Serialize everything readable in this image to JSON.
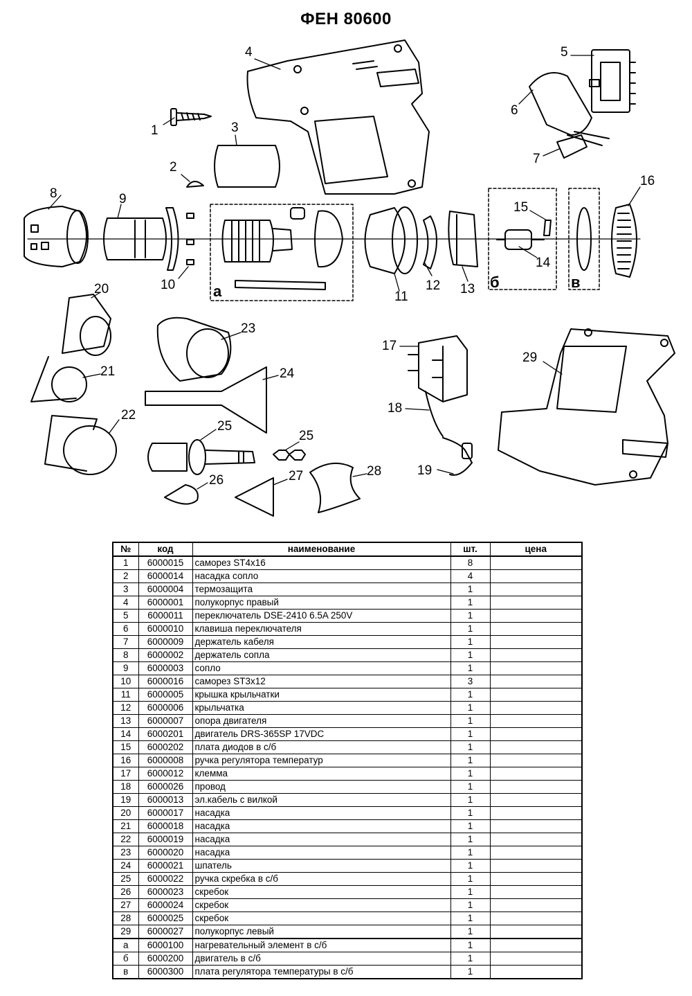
{
  "title": "ФЕН 80600",
  "callouts": [
    "1",
    "2",
    "3",
    "4",
    "5",
    "6",
    "7",
    "8",
    "9",
    "10",
    "11",
    "12",
    "13",
    "14",
    "15",
    "16",
    "17",
    "18",
    "19",
    "20",
    "21",
    "22",
    "23",
    "24",
    "25",
    "25",
    "26",
    "27",
    "28",
    "29"
  ],
  "groups": [
    "а",
    "б",
    "в"
  ],
  "table": {
    "headers": [
      "№",
      "код",
      "наименование",
      "шт.",
      "цена"
    ],
    "rows": [
      [
        "1",
        "6000015",
        "саморез ST4x16",
        "8",
        ""
      ],
      [
        "2",
        "6000014",
        "насадка сопло",
        "4",
        ""
      ],
      [
        "3",
        "6000004",
        "термозащита",
        "1",
        ""
      ],
      [
        "4",
        "6000001",
        "полукорпус правый",
        "1",
        ""
      ],
      [
        "5",
        "6000011",
        "переключатель DSE-2410 6.5A 250V",
        "1",
        ""
      ],
      [
        "6",
        "6000010",
        "клавиша переключателя",
        "1",
        ""
      ],
      [
        "7",
        "6000009",
        "держатель кабеля",
        "1",
        ""
      ],
      [
        "8",
        "6000002",
        "держатель сопла",
        "1",
        ""
      ],
      [
        "9",
        "6000003",
        "сопло",
        "1",
        ""
      ],
      [
        "10",
        "6000016",
        "саморез ST3x12",
        "3",
        ""
      ],
      [
        "11",
        "6000005",
        "крышка крыльчатки",
        "1",
        ""
      ],
      [
        "12",
        "6000006",
        "крыльчатка",
        "1",
        ""
      ],
      [
        "13",
        "6000007",
        "опора двигателя",
        "1",
        ""
      ],
      [
        "14",
        "6000201",
        "двигатель DRS-365SP 17VDC",
        "1",
        ""
      ],
      [
        "15",
        "6000202",
        "плата диодов в с/б",
        "1",
        ""
      ],
      [
        "16",
        "6000008",
        "ручка регулятора температур",
        "1",
        ""
      ],
      [
        "17",
        "6000012",
        "клемма",
        "1",
        ""
      ],
      [
        "18",
        "6000026",
        "провод",
        "1",
        ""
      ],
      [
        "19",
        "6000013",
        "эл.кабель с вилкой",
        "1",
        ""
      ],
      [
        "20",
        "6000017",
        "насадка",
        "1",
        ""
      ],
      [
        "21",
        "6000018",
        "насадка",
        "1",
        ""
      ],
      [
        "22",
        "6000019",
        "насадка",
        "1",
        ""
      ],
      [
        "23",
        "6000020",
        "насадка",
        "1",
        ""
      ],
      [
        "24",
        "6000021",
        "шпатель",
        "1",
        ""
      ],
      [
        "25",
        "6000022",
        "ручка скребка в с/б",
        "1",
        ""
      ],
      [
        "26",
        "6000023",
        "скребок",
        "1",
        ""
      ],
      [
        "27",
        "6000024",
        "скребок",
        "1",
        ""
      ],
      [
        "28",
        "6000025",
        "скребок",
        "1",
        ""
      ],
      [
        "29",
        "6000027",
        "полукорпус левый",
        "1",
        ""
      ],
      [
        "а",
        "6000100",
        "нагревательный элемент в с/б",
        "1",
        ""
      ],
      [
        "б",
        "6000200",
        "двигатель в с/б",
        "1",
        ""
      ],
      [
        "в",
        "6000300",
        "плата регулятора температуры в с/б",
        "1",
        ""
      ]
    ]
  }
}
